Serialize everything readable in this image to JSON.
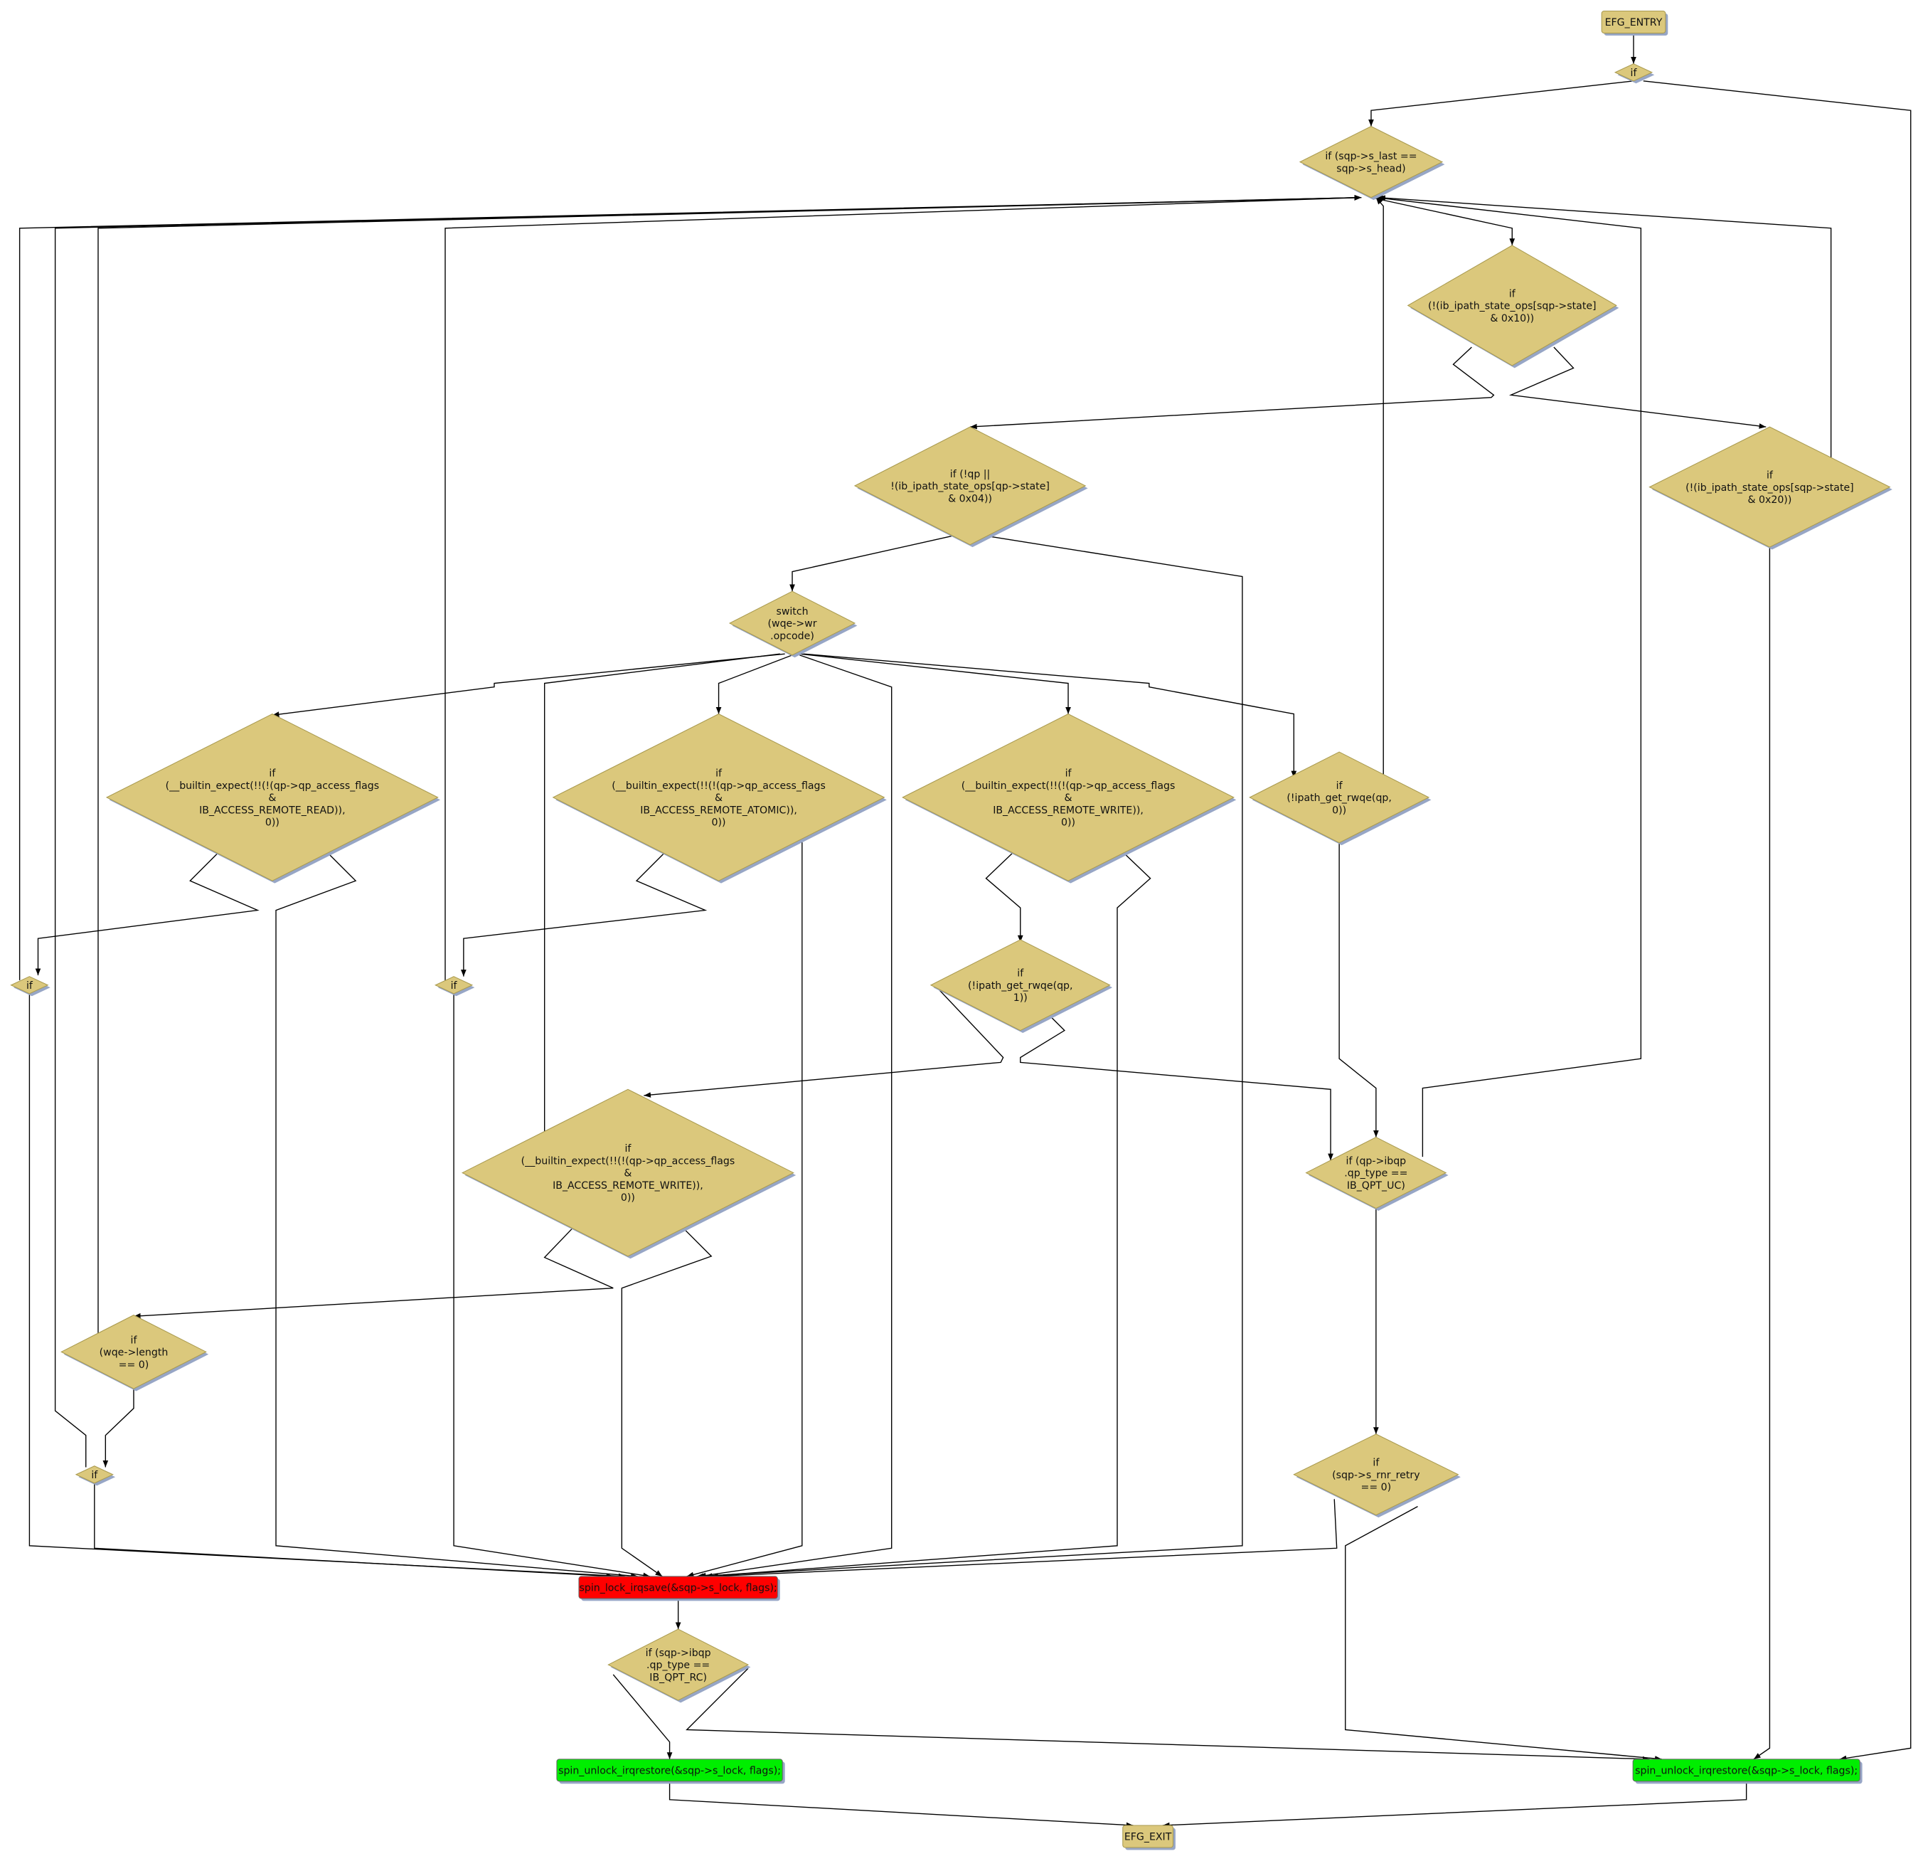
{
  "colors": {
    "decision": "#dbc87c",
    "decision_stroke": "#a99a4f",
    "shadow": "#97a6c6",
    "lock": "#ff0000",
    "unlock": "#00ee00",
    "terminal": "#dbc87c"
  },
  "nodes": [
    {
      "id": "entry",
      "shape": "rect",
      "kind": "terminal",
      "lines": [
        "EFG_ENTRY"
      ]
    },
    {
      "id": "if0",
      "shape": "diamond",
      "kind": "decision",
      "lines": [
        "if"
      ]
    },
    {
      "id": "n1",
      "shape": "diamond",
      "kind": "decision",
      "lines": [
        "if (sqp->s_last ==",
        "sqp->s_head)"
      ]
    },
    {
      "id": "n2",
      "shape": "diamond",
      "kind": "decision",
      "lines": [
        "if",
        "(!(ib_ipath_state_ops[sqp->state]",
        "& 0x10))"
      ]
    },
    {
      "id": "n3",
      "shape": "diamond",
      "kind": "decision",
      "lines": [
        "if",
        "(!(ib_ipath_state_ops[sqp->state]",
        "& 0x20))"
      ]
    },
    {
      "id": "n4",
      "shape": "diamond",
      "kind": "decision",
      "lines": [
        "if (!qp ||",
        "!(ib_ipath_state_ops[qp->state]",
        "& 0x04))"
      ]
    },
    {
      "id": "n5",
      "shape": "diamond",
      "kind": "decision",
      "lines": [
        "switch",
        "(wqe->wr",
        ".opcode)"
      ]
    },
    {
      "id": "n6",
      "shape": "diamond",
      "kind": "decision",
      "lines": [
        "if",
        "(__builtin_expect(!!(!(qp->qp_access_flags",
        "&",
        "IB_ACCESS_REMOTE_READ)),",
        "0))"
      ]
    },
    {
      "id": "n7",
      "shape": "diamond",
      "kind": "decision",
      "lines": [
        "if",
        "(__builtin_expect(!!(!(qp->qp_access_flags",
        "&",
        "IB_ACCESS_REMOTE_ATOMIC)),",
        "0))"
      ]
    },
    {
      "id": "n8",
      "shape": "diamond",
      "kind": "decision",
      "lines": [
        "if",
        "(__builtin_expect(!!(!(qp->qp_access_flags",
        "&",
        "IB_ACCESS_REMOTE_WRITE)),",
        "0))"
      ]
    },
    {
      "id": "n9",
      "shape": "diamond",
      "kind": "decision",
      "lines": [
        "if",
        "(!ipath_get_rwqe(qp,",
        "0))"
      ]
    },
    {
      "id": "n10",
      "shape": "diamond",
      "kind": "decision",
      "lines": [
        "if"
      ]
    },
    {
      "id": "n11",
      "shape": "diamond",
      "kind": "decision",
      "lines": [
        "if"
      ]
    },
    {
      "id": "n12",
      "shape": "diamond",
      "kind": "decision",
      "lines": [
        "if",
        "(!ipath_get_rwqe(qp,",
        "1))"
      ]
    },
    {
      "id": "n13",
      "shape": "diamond",
      "kind": "decision",
      "lines": [
        "if",
        "(__builtin_expect(!!(!(qp->qp_access_flags",
        "&",
        "IB_ACCESS_REMOTE_WRITE)),",
        "0))"
      ]
    },
    {
      "id": "n14",
      "shape": "diamond",
      "kind": "decision",
      "lines": [
        "if (qp->ibqp",
        ".qp_type ==",
        "IB_QPT_UC)"
      ]
    },
    {
      "id": "n15",
      "shape": "diamond",
      "kind": "decision",
      "lines": [
        "if",
        "(wqe->length",
        "== 0)"
      ]
    },
    {
      "id": "n16",
      "shape": "diamond",
      "kind": "decision",
      "lines": [
        "if"
      ]
    },
    {
      "id": "n17",
      "shape": "diamond",
      "kind": "decision",
      "lines": [
        "if",
        "(sqp->s_rnr_retry",
        "== 0)"
      ]
    },
    {
      "id": "lock",
      "shape": "rect",
      "kind": "lock",
      "lines": [
        "spin_lock_irqsave(&sqp->s_lock, flags);"
      ]
    },
    {
      "id": "n19",
      "shape": "diamond",
      "kind": "decision",
      "lines": [
        "if (sqp->ibqp",
        ".qp_type ==",
        "IB_QPT_RC)"
      ]
    },
    {
      "id": "unlock_left",
      "shape": "rect",
      "kind": "unlock",
      "lines": [
        "spin_unlock_irqrestore(&sqp->s_lock, flags);"
      ]
    },
    {
      "id": "unlock_right",
      "shape": "rect",
      "kind": "unlock",
      "lines": [
        "spin_unlock_irqrestore(&sqp->s_lock, flags);"
      ]
    },
    {
      "id": "exit",
      "shape": "rect",
      "kind": "terminal",
      "lines": [
        "EFG_EXIT"
      ]
    }
  ]
}
